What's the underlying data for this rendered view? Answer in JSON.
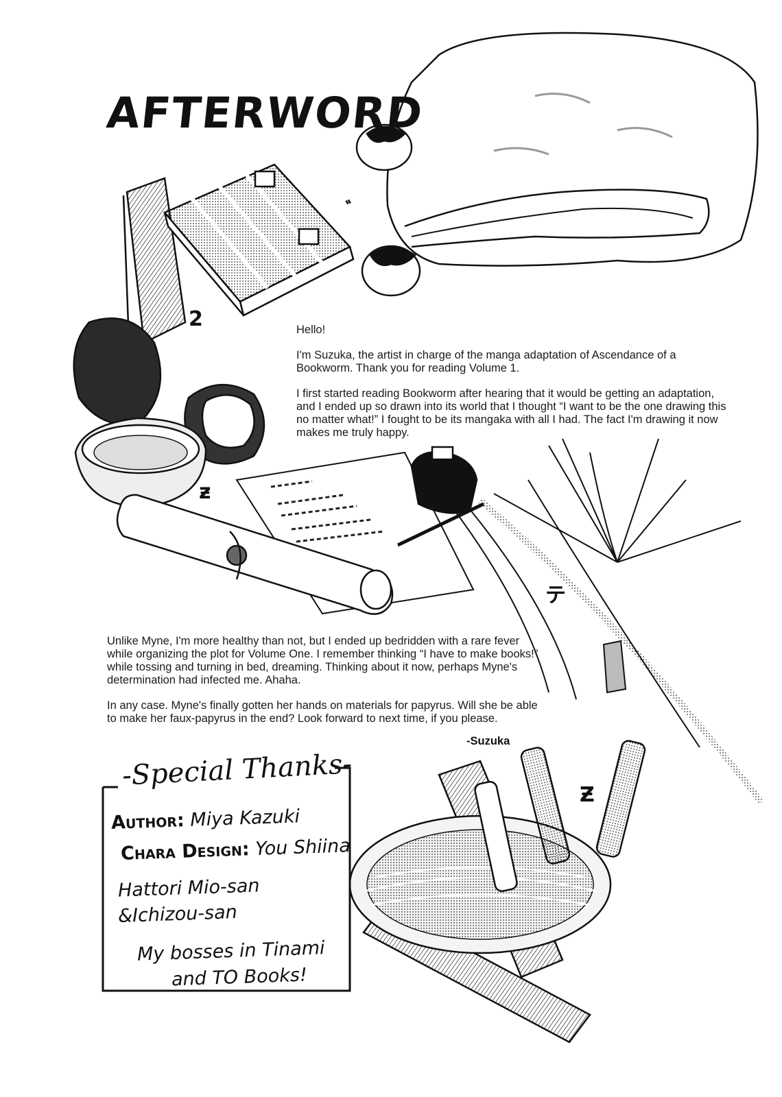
{
  "title": "AFTERWORD",
  "item_labels": {
    "item_1": "゙",
    "item_2": "2",
    "item_3": "ƶ",
    "item_4": "テ",
    "item_5": "Ƶ"
  },
  "paragraphs_top": [
    "Hello!",
    "I'm Suzuka, the artist in charge of the manga adaptation of Ascendance of a Bookworm. Thank you for reading Volume 1.",
    "I first started reading Bookworm after hearing that it would be getting an adaptation, and I ended up so drawn into its world that I thought “I want to be the one drawing this no matter what!” I fought to be its mangaka with all I had. The fact I'm drawing it now makes me truly happy."
  ],
  "paragraphs_bottom": [
    "Unlike Myne, I'm more healthy than not, but I ended up bedridden with a rare fever while organizing the plot for Volume One. I remember thinking “I have to make books!” while tossing and turning in bed, dreaming. Thinking about it now, perhaps Myne's determination had infected me. Ahaha.",
    "In any case. Myne's finally gotten her hands on materials for papyrus. Will she be able to make her faux-papyrus in the end? Look forward to next time, if you please."
  ],
  "signature": "-Suzuka",
  "special_thanks": {
    "heading": "-Special Thanks-",
    "author_role": "Author:",
    "author_name": "Miya Kazuki",
    "chara_role": "Chara Design:",
    "chara_name": "You Shiina",
    "line3": "Hattori Mio-san",
    "line4": "&Ichizou-san",
    "line5": "My bosses in Tinami",
    "line6": "and TO Books!"
  }
}
